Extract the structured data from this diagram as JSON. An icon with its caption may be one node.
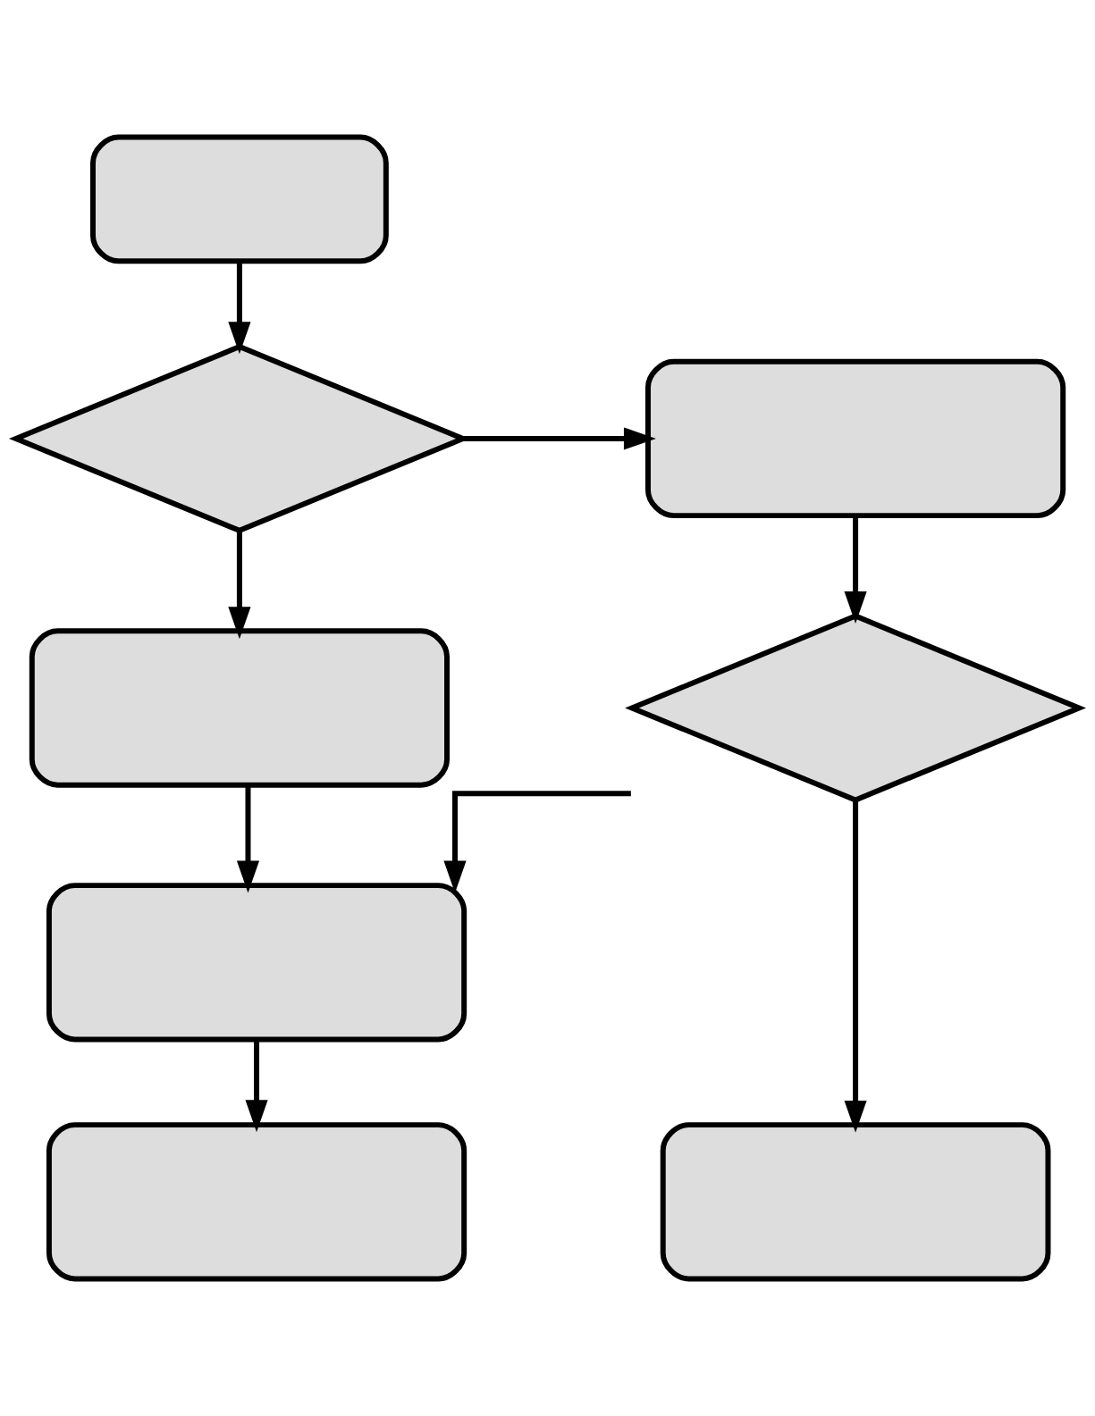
{
  "diagram": {
    "nodes": [
      {
        "text": [],
        "shape": "box"
      },
      {
        "text": [],
        "shape": "diamond"
      },
      {
        "text": [],
        "shape": "box"
      },
      {
        "text": [],
        "shape": "diamond"
      },
      {
        "text": [],
        "shape": "box"
      },
      {
        "text": [],
        "shape": "box"
      },
      {
        "text": [],
        "shape": "box"
      },
      {
        "text": [],
        "shape": "box"
      }
    ],
    "edges": [
      {
        "from": 0,
        "to": 1,
        "arrow": "to"
      },
      {
        "from": 1,
        "to": 2,
        "arrow": "to"
      },
      {
        "from": 1,
        "to": 4,
        "arrow": "to"
      },
      {
        "from": 2,
        "to": 3,
        "arrow": "to"
      },
      {
        "from": 3,
        "to": 5,
        "arrow": "to"
      },
      {
        "from": 4,
        "to": 5,
        "arrow": "to"
      },
      {
        "from": 3,
        "to": 6,
        "arrow": "to"
      },
      {
        "from": 5,
        "to": 7,
        "arrow": "to"
      }
    ]
  }
}
